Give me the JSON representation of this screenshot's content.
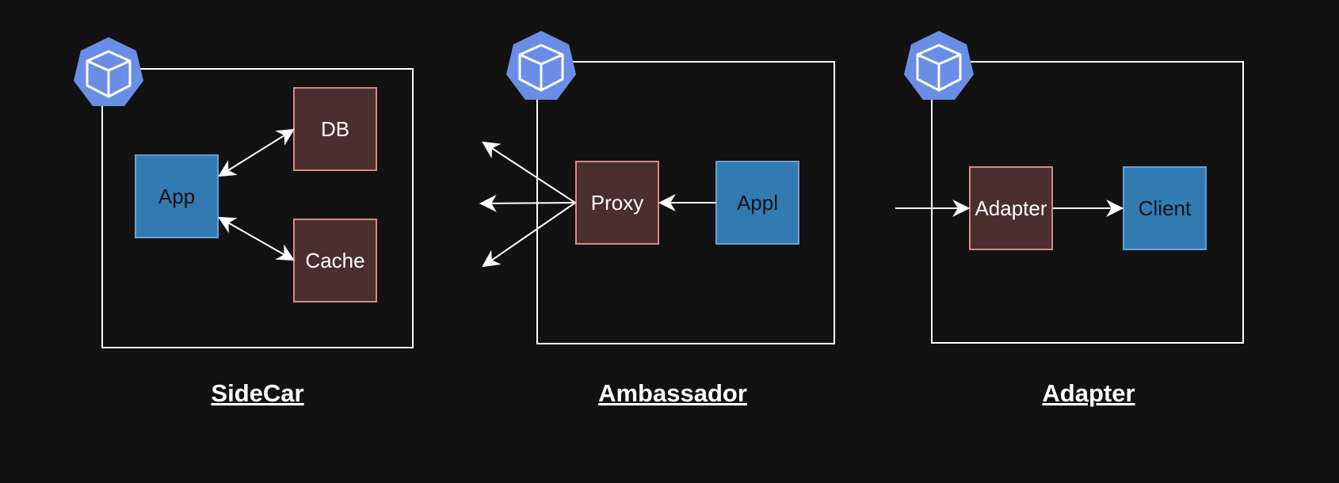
{
  "colors": {
    "background": "#121212",
    "frame_stroke": "#ffffff",
    "arrow": "#ffffff",
    "app_fill": "#327ab2",
    "app_stroke": "#6c9fd1",
    "helper_fill": "#4a2f2e",
    "helper_stroke": "#d88a85",
    "pod_icon": "#6a8ee6",
    "caption_text": "#ffffff"
  },
  "icons": [
    "kubernetes-pod-icon"
  ],
  "sidecar": {
    "caption": "SideCar",
    "app_label": "App",
    "db_label": "DB",
    "cache_label": "Cache"
  },
  "ambassador": {
    "caption": "Ambassador",
    "proxy_label": "Proxy",
    "app_label": "Appl"
  },
  "adapter": {
    "caption": "Adapter",
    "adapter_label": "Adapter",
    "client_label": "Client"
  }
}
